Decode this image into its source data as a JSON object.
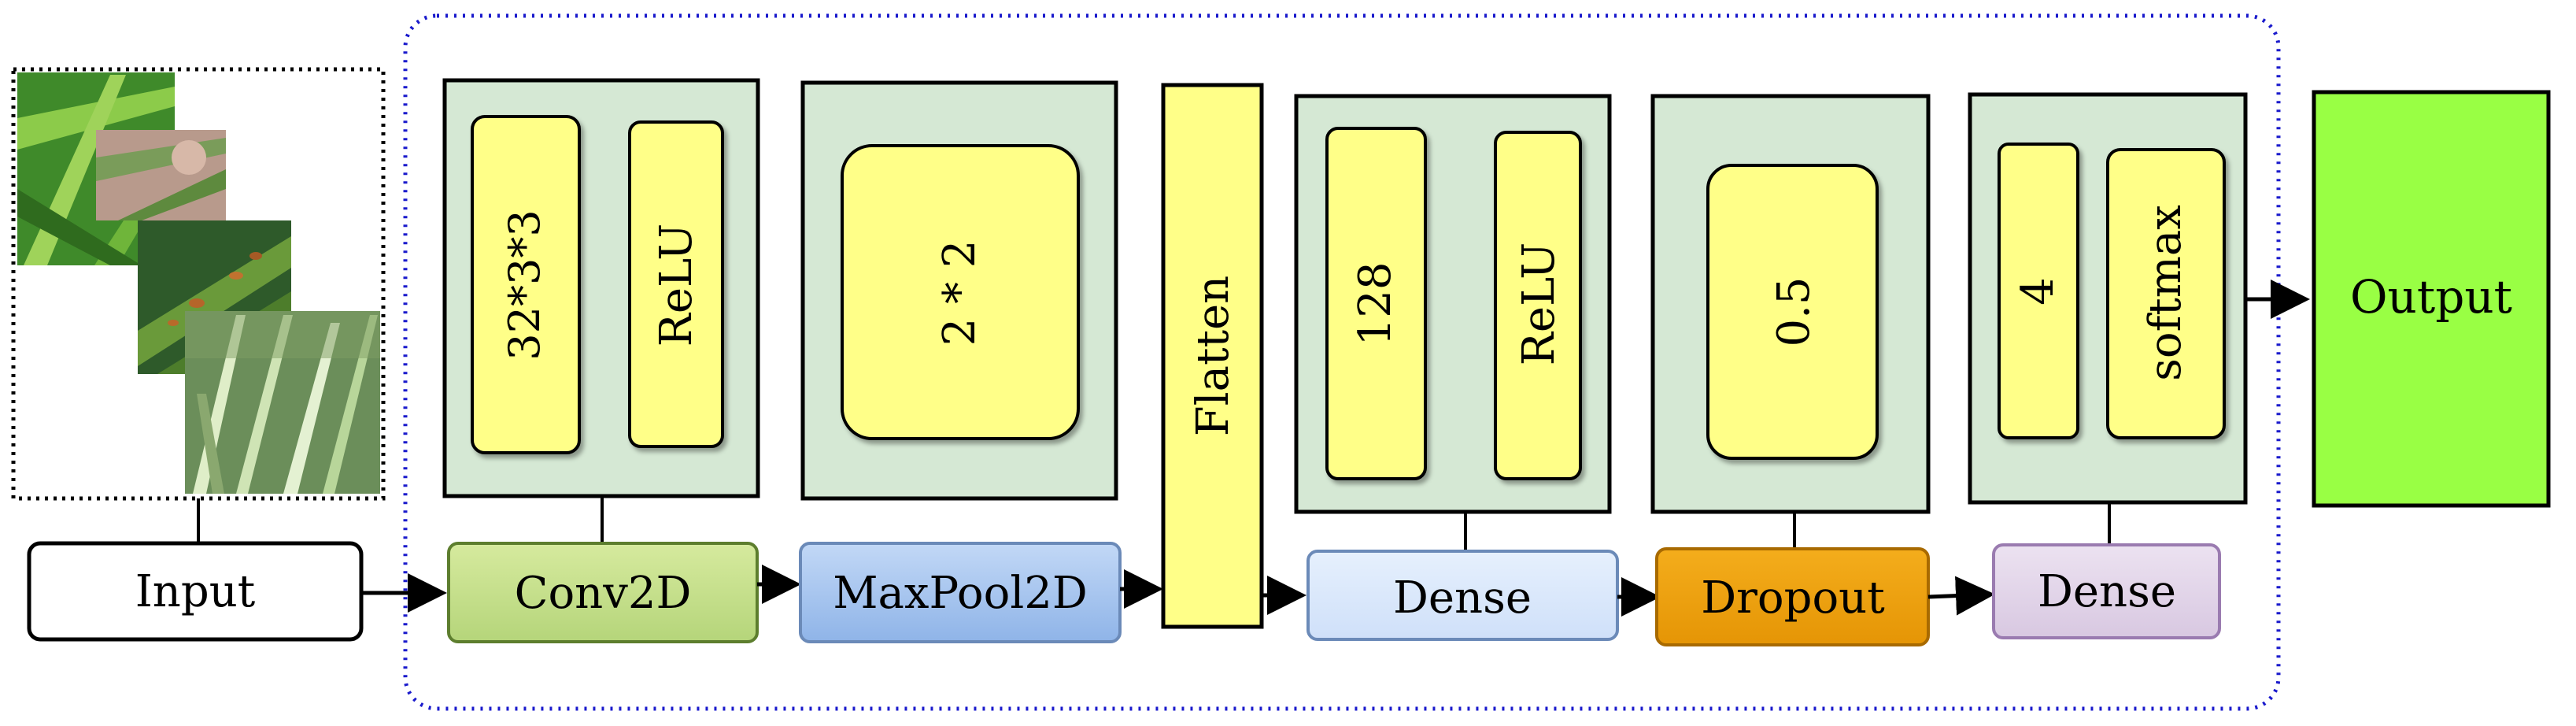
{
  "input_label": "Input",
  "output_label": "Output",
  "layers": {
    "conv2d": "Conv2D",
    "maxpool2d": "MaxPool2D",
    "flatten": "Flatten",
    "dense1": "Dense",
    "dropout": "Dropout",
    "dense2": "Dense"
  },
  "params": {
    "conv_filters": "32*3*3",
    "conv_activation": "ReLU",
    "pool_size": "2 * 2",
    "dense1_units": "128",
    "dense1_activation": "ReLU",
    "dropout_rate": "0.5",
    "dense2_units": "4",
    "dense2_activation": "softmax"
  },
  "colors": {
    "param_fill": "#ffff88",
    "panel_fill": "#d5e8d4",
    "conv_fill": "#c6e08d",
    "maxpool_fill": "#a9c6ee",
    "dense1_fill": "#dae8fc",
    "dropout_fill": "#f0a30a",
    "dense2_fill": "#e1d5e7",
    "output_fill": "#99ff44",
    "dotted_border": "#1a1acc"
  },
  "icons": [
    "leaf-image-1",
    "leaf-image-2",
    "leaf-image-3",
    "leaf-image-4"
  ]
}
